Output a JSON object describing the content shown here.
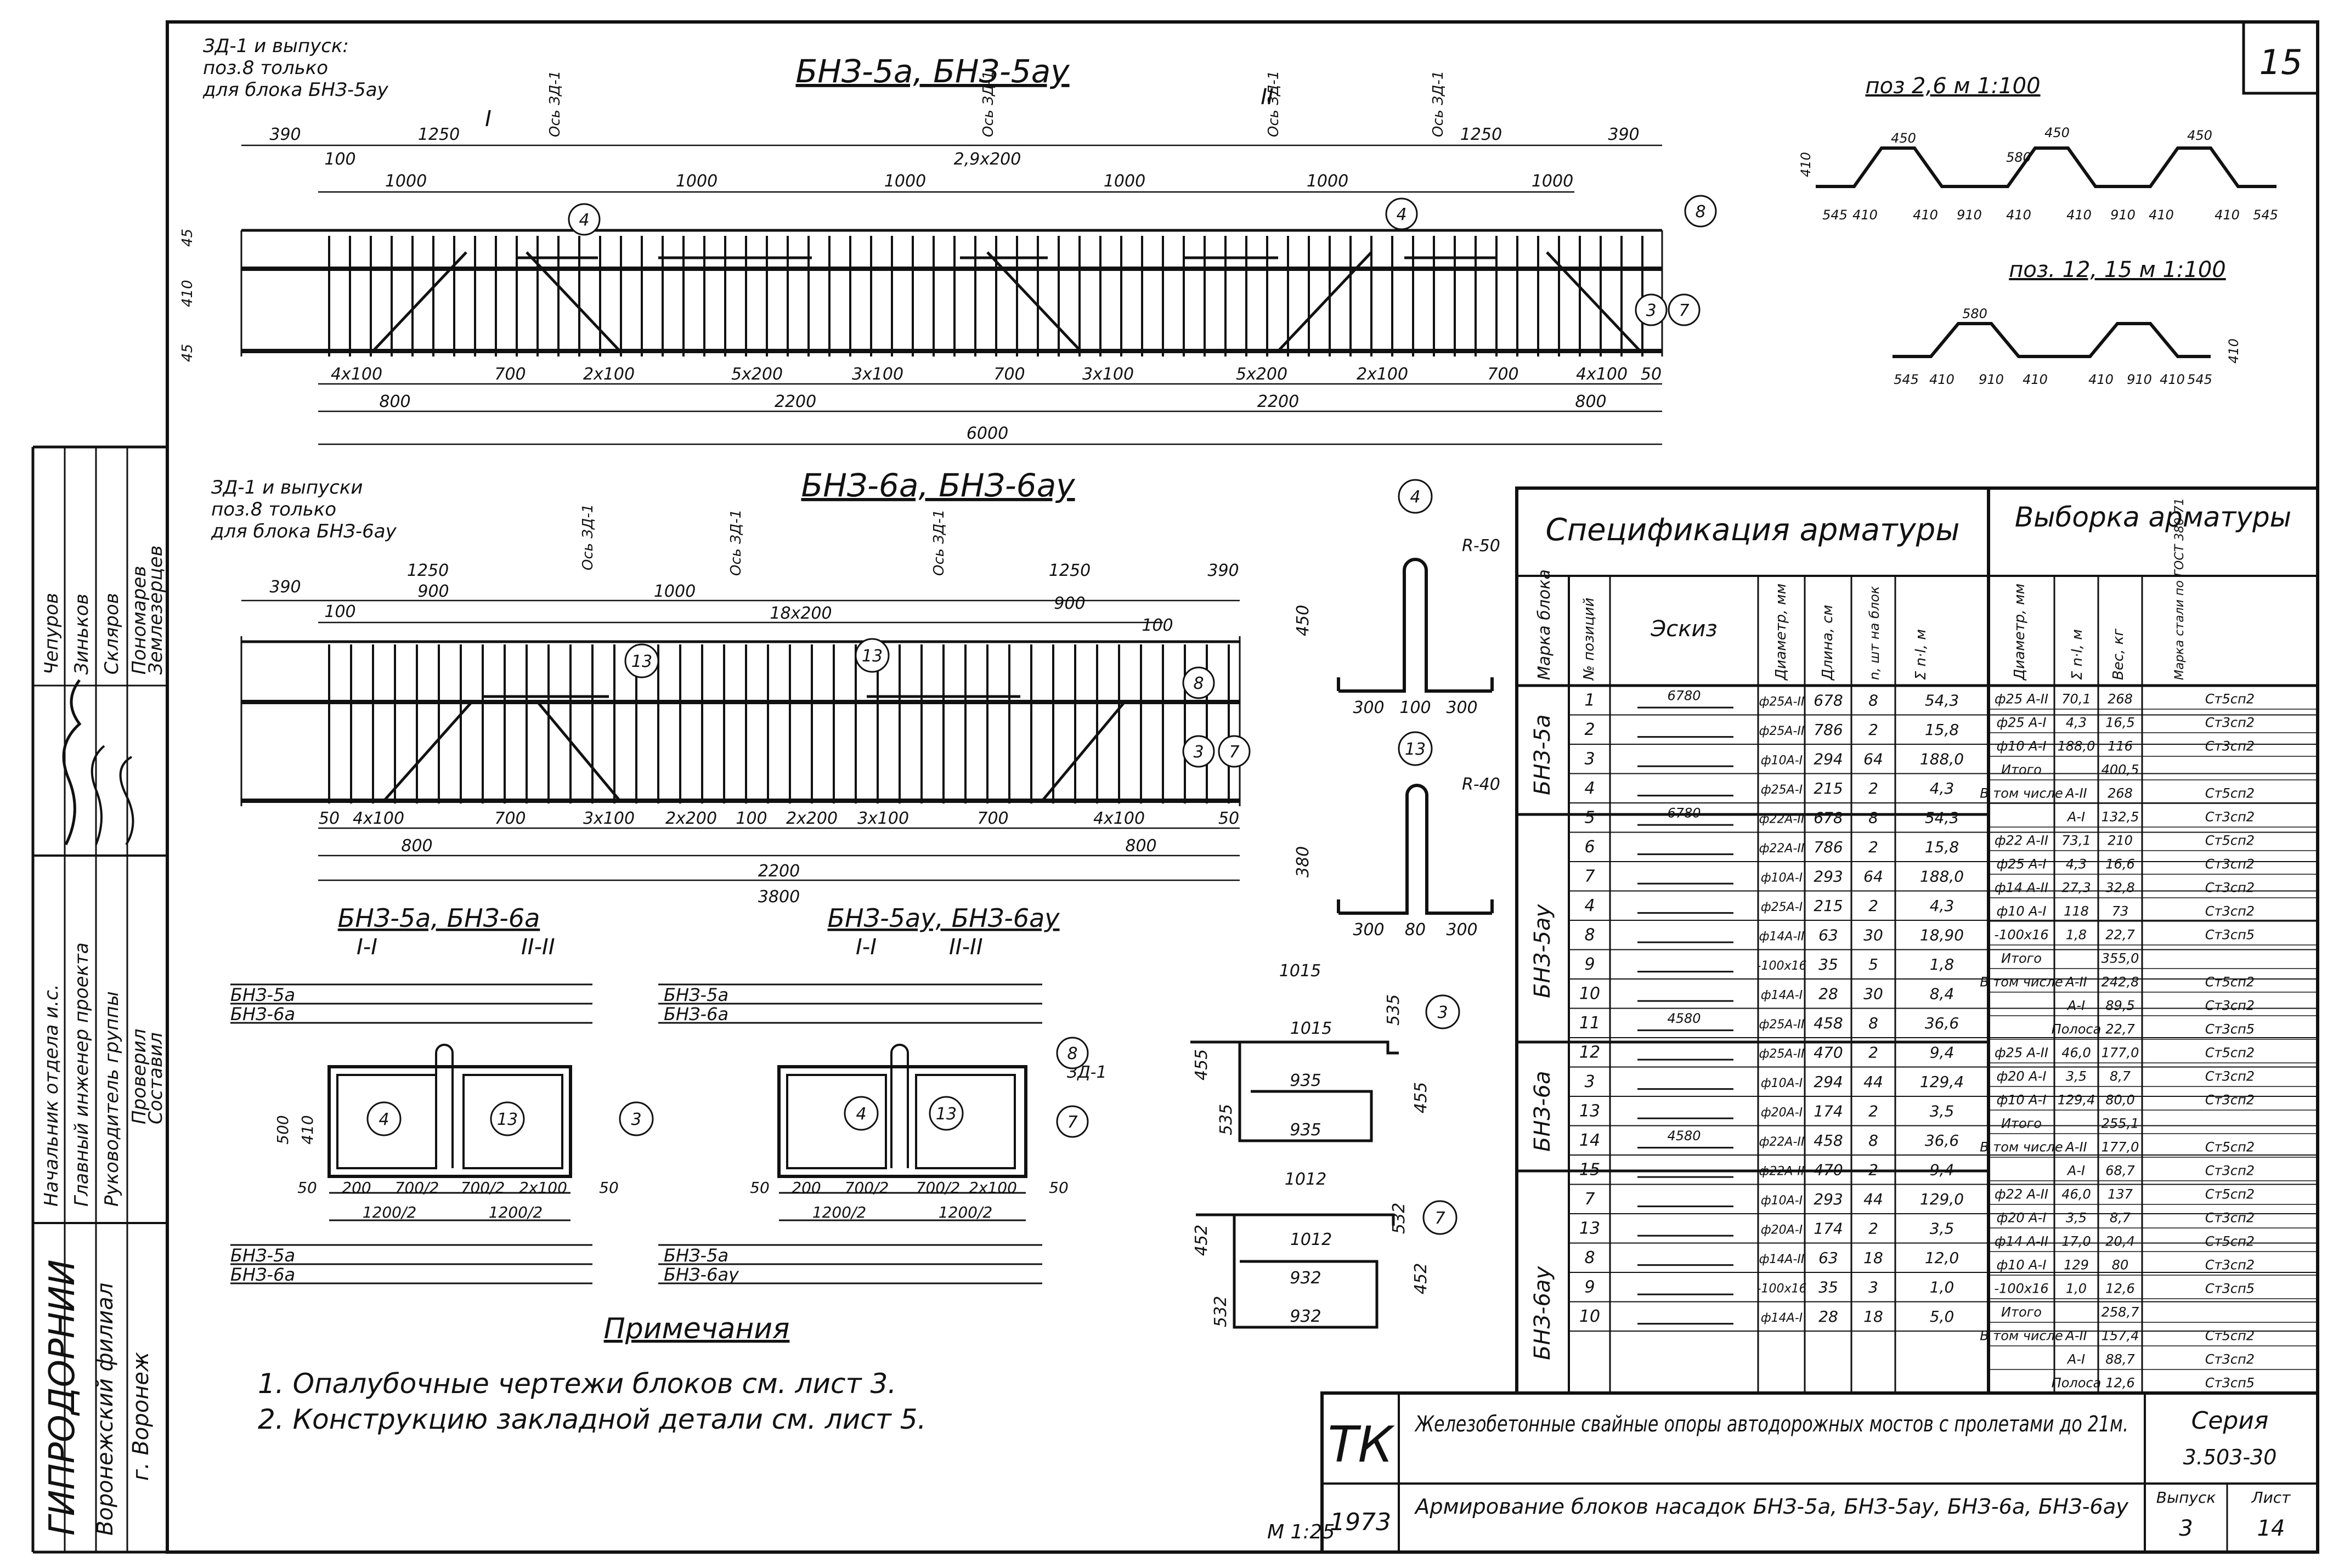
{
  "sheet": {
    "page_number": "15",
    "scale": "М 1:25",
    "year": "1973",
    "tk": "ТК",
    "title_main": "Железобетонные свайные опоры автодорожных мостов с пролетами до 21м.",
    "title_sub": "Армирование блоков насадок БНЗ-5а, БНЗ-5ау, БНЗ-6а, БНЗ-6ау",
    "series_label": "Серия",
    "series_value": "3.503-30",
    "issue_label": "Выпуск",
    "issue_value": "3",
    "sheet_label": "Лист",
    "sheet_value": "14"
  },
  "side_stamp": {
    "org": "ГИПРОДОРНИИ",
    "branch": "Воронежский филиал",
    "city": "г. Воронеж",
    "roles": [
      "Начальник отдела и.с.",
      "Главный инженер проекта",
      "Руководитель группы",
      "Проверил",
      "Составил"
    ],
    "names": [
      "Чепуров",
      "Зиньков",
      "Скляров",
      "Пономарев",
      "Землезерцев"
    ]
  },
  "view1": {
    "title": "БНЗ-5а, БНЗ-5ау",
    "note": [
      "ЗД-1 и выпуск:",
      "поз.8 только",
      "для блока БНЗ-5ау"
    ],
    "dims_top": [
      "390",
      "1250",
      "2,9х200",
      "1250",
      "390"
    ],
    "dims_mid": [
      "100",
      "1000",
      "1000",
      "1000",
      "1000",
      "1000",
      "1000"
    ],
    "dims_bottom": [
      "4х100",
      "700",
      "2х100",
      "5х200",
      "3х100",
      "700",
      "3х100",
      "5х200",
      "2х100",
      "700",
      "4х100",
      "50"
    ],
    "dims_totals": [
      "800",
      "2200",
      "2200",
      "800",
      "6000"
    ],
    "axis_labels": [
      "Ось ЗД-1",
      "Ось ЗД-1",
      "Ось ЗД-1",
      "Ось ЗД-1"
    ],
    "section_marks": [
      "I",
      "II"
    ],
    "callouts": [
      "4",
      "4",
      "8",
      "3",
      "7"
    ],
    "heights": [
      "45",
      "410",
      "45"
    ]
  },
  "view2": {
    "title": "БНЗ-6а, БНЗ-6ау",
    "note": [
      "ЗД-1 и выпуски",
      "поз.8 только",
      "для блока БНЗ-6ау"
    ],
    "dims_top": [
      "390",
      "1250",
      "1250",
      "390"
    ],
    "dims_mid": [
      "100",
      "900",
      "1000",
      "18х200",
      "900",
      "100"
    ],
    "dims_bottom": [
      "50",
      "4х100",
      "700",
      "3х100",
      "2х200",
      "100",
      "2х200",
      "3х100",
      "700",
      "4х100",
      "50"
    ],
    "dims_totals": [
      "800",
      "2200",
      "800",
      "3800"
    ],
    "axis_labels": [
      "Ось ЗД-1",
      "Ось ЗД-1",
      "Ось ЗД-1"
    ],
    "callouts": [
      "13",
      "13",
      "8",
      "3",
      "7"
    ]
  },
  "sections_left": {
    "title": "БНЗ-5а, БНЗ-6а",
    "marks": [
      "I-I",
      "II-II"
    ],
    "rows_top": [
      "БНЗ-5а",
      "БНЗ-6а"
    ],
    "rows_bottom": [
      "БНЗ-5а",
      "БНЗ-6а"
    ],
    "dims": [
      "50",
      "200",
      "700/2",
      "700/2",
      "2х100",
      "50",
      "1200/2",
      "1200/2",
      "500",
      "410"
    ],
    "callouts": [
      "4",
      "13",
      "3"
    ]
  },
  "sections_right": {
    "title": "БНЗ-5ау, БНЗ-6ау",
    "marks": [
      "I-I",
      "II-II"
    ],
    "rows_top": [
      "БНЗ-5а",
      "БНЗ-6а"
    ],
    "rows_bottom": [
      "БНЗ-5а",
      "БНЗ-6ау"
    ],
    "dims": [
      "50",
      "200",
      "700/2",
      "700/2",
      "2х100",
      "50",
      "1200/2",
      "1200/2"
    ],
    "callouts": [
      "4",
      "13",
      "8",
      "7"
    ],
    "label_zd": "ЗД-1"
  },
  "details": {
    "pos4": {
      "callout": "4",
      "radius": "R-50",
      "dims": [
        "300",
        "100",
        "300",
        "450"
      ]
    },
    "pos13": {
      "callout": "13",
      "radius": "R-40",
      "dims": [
        "300",
        "80",
        "300",
        "380"
      ]
    },
    "pos3": {
      "callout": "3",
      "dims": [
        "1015",
        "1015",
        "535",
        "455",
        "935",
        "935",
        "535",
        "455"
      ]
    },
    "pos7": {
      "callout": "7",
      "dims": [
        "1012",
        "1012",
        "532",
        "452",
        "932",
        "932",
        "532",
        "452"
      ]
    }
  },
  "pos_profiles": {
    "title_a": "поз 2,6  м 1:100",
    "title_b": "поз. 12, 15  м 1:100",
    "dims_a": [
      "450",
      "450",
      "450",
      "580",
      "410",
      "545",
      "410",
      "410",
      "910",
      "410",
      "410",
      "910",
      "410",
      "410",
      "545"
    ],
    "dims_b": [
      "580",
      "545",
      "410",
      "910",
      "410",
      "410",
      "910",
      "410",
      "545",
      "410"
    ]
  },
  "notes": {
    "title": "Примечания",
    "items": [
      "1. Опалубочные чертежи блоков см. лист 3.",
      "2. Конструкцию закладной детали см. лист 5."
    ]
  },
  "spec": {
    "title": "Спецификация арматуры",
    "title2": "Выборка арматуры",
    "headers": [
      "Марка блока",
      "№ позиций",
      "Эскиз",
      "Диаметр, мм",
      "Длина, см",
      "n, шт на блок",
      "Σ n·l, м"
    ],
    "headers2": [
      "Диаметр, мм",
      "Σ n·l, м",
      "Вес, кг",
      "Марка стали по ГОСТ 380-71"
    ],
    "blocks": [
      {
        "name": "БНЗ-5а",
        "rows": [
          [
            "1",
            "6780",
            "ф25А-II",
            "678",
            "8",
            "54,3"
          ],
          [
            "2",
            "",
            "ф25А-II",
            "786",
            "2",
            "15,8"
          ],
          [
            "3",
            "",
            "ф10А-I",
            "294",
            "64",
            "188,0"
          ],
          [
            "4",
            "",
            "ф25А-I",
            "215",
            "2",
            "4,3"
          ]
        ]
      },
      {
        "name": "БНЗ-5ау",
        "rows": [
          [
            "5",
            "6780",
            "ф22А-II",
            "678",
            "8",
            "54,3"
          ],
          [
            "6",
            "",
            "ф22А-II",
            "786",
            "2",
            "15,8"
          ],
          [
            "7",
            "",
            "ф10А-I",
            "293",
            "64",
            "188,0"
          ],
          [
            "4",
            "",
            "ф25А-I",
            "215",
            "2",
            "4,3"
          ],
          [
            "8",
            "",
            "ф14А-II",
            "63",
            "30",
            "18,90"
          ],
          [
            "9",
            "",
            "-100х16",
            "35",
            "5",
            "1,8"
          ],
          [
            "10",
            "",
            "ф14А-I",
            "28",
            "30",
            "8,4"
          ]
        ]
      },
      {
        "name": "БНЗ-6а",
        "rows": [
          [
            "11",
            "4580",
            "ф25А-II",
            "458",
            "8",
            "36,6"
          ],
          [
            "12",
            "",
            "ф25А-II",
            "470",
            "2",
            "9,4"
          ],
          [
            "3",
            "",
            "ф10А-I",
            "294",
            "44",
            "129,4"
          ],
          [
            "13",
            "",
            "ф20А-I",
            "174",
            "2",
            "3,5"
          ]
        ]
      },
      {
        "name": "БНЗ-6ау",
        "rows": [
          [
            "14",
            "4580",
            "ф22А-II",
            "458",
            "8",
            "36,6"
          ],
          [
            "15",
            "",
            "ф22А-II",
            "470",
            "2",
            "9,4"
          ],
          [
            "7",
            "",
            "ф10А-I",
            "293",
            "44",
            "129,0"
          ],
          [
            "13",
            "",
            "ф20А-I",
            "174",
            "2",
            "3,5"
          ],
          [
            "8",
            "",
            "ф14А-II",
            "63",
            "18",
            "12,0"
          ],
          [
            "9",
            "",
            "-100х16",
            "35",
            "3",
            "1,0"
          ],
          [
            "10",
            "",
            "ф14А-I",
            "28",
            "18",
            "5,0"
          ]
        ]
      }
    ],
    "vyborka": [
      [
        "ф25 А-II",
        "70,1",
        "268",
        "Ст5сп2"
      ],
      [
        "ф25 А-I",
        "4,3",
        "16,5",
        "Ст3сп2"
      ],
      [
        "ф10 А-I",
        "188,0",
        "116",
        "Ст3сп2"
      ],
      [
        "Итого",
        "",
        "400,5",
        ""
      ],
      [
        "В том числе",
        "А-II",
        "268",
        "Ст5сп2"
      ],
      [
        "",
        "А-I",
        "132,5",
        "Ст3сп2"
      ],
      [
        "ф22 А-II",
        "73,1",
        "210",
        "Ст5сп2"
      ],
      [
        "ф25 А-I",
        "4,3",
        "16,6",
        "Ст3сп2"
      ],
      [
        "ф14 А-II",
        "27,3",
        "32,8",
        "Ст3сп2"
      ],
      [
        "ф10 А-I",
        "118",
        "73",
        "Ст3сп2"
      ],
      [
        "-100х16",
        "1,8",
        "22,7",
        "Ст3сп5"
      ],
      [
        "Итого",
        "",
        "355,0",
        ""
      ],
      [
        "В том числе",
        "А-II",
        "242,8",
        "Ст5сп2"
      ],
      [
        "",
        "А-I",
        "89,5",
        "Ст3сп2"
      ],
      [
        "",
        "Полоса",
        "22,7",
        "Ст3сп5"
      ],
      [
        "ф25 А-II",
        "46,0",
        "177,0",
        "Ст5сп2"
      ],
      [
        "ф20 А-I",
        "3,5",
        "8,7",
        "Ст3сп2"
      ],
      [
        "ф10 А-I",
        "129,4",
        "80,0",
        "Ст3сп2"
      ],
      [
        "Итого",
        "",
        "255,1",
        ""
      ],
      [
        "В том числе",
        "А-II",
        "177,0",
        "Ст5сп2"
      ],
      [
        "",
        "А-I",
        "68,7",
        "Ст3сп2"
      ],
      [
        "ф22 А-II",
        "46,0",
        "137",
        "Ст5сп2"
      ],
      [
        "ф20 А-I",
        "3,5",
        "8,7",
        "Ст3сп2"
      ],
      [
        "ф14 А-II",
        "17,0",
        "20,4",
        "Ст5сп2"
      ],
      [
        "ф10 А-I",
        "129",
        "80",
        "Ст3сп2"
      ],
      [
        "-100х16",
        "1,0",
        "12,6",
        "Ст3сп5"
      ],
      [
        "Итого",
        "",
        "258,7",
        ""
      ],
      [
        "В том числе",
        "А-II",
        "157,4",
        "Ст5сп2"
      ],
      [
        "",
        "А-I",
        "88,7",
        "Ст3сп2"
      ],
      [
        "",
        "Полоса",
        "12,6",
        "Ст3сп5"
      ]
    ]
  }
}
